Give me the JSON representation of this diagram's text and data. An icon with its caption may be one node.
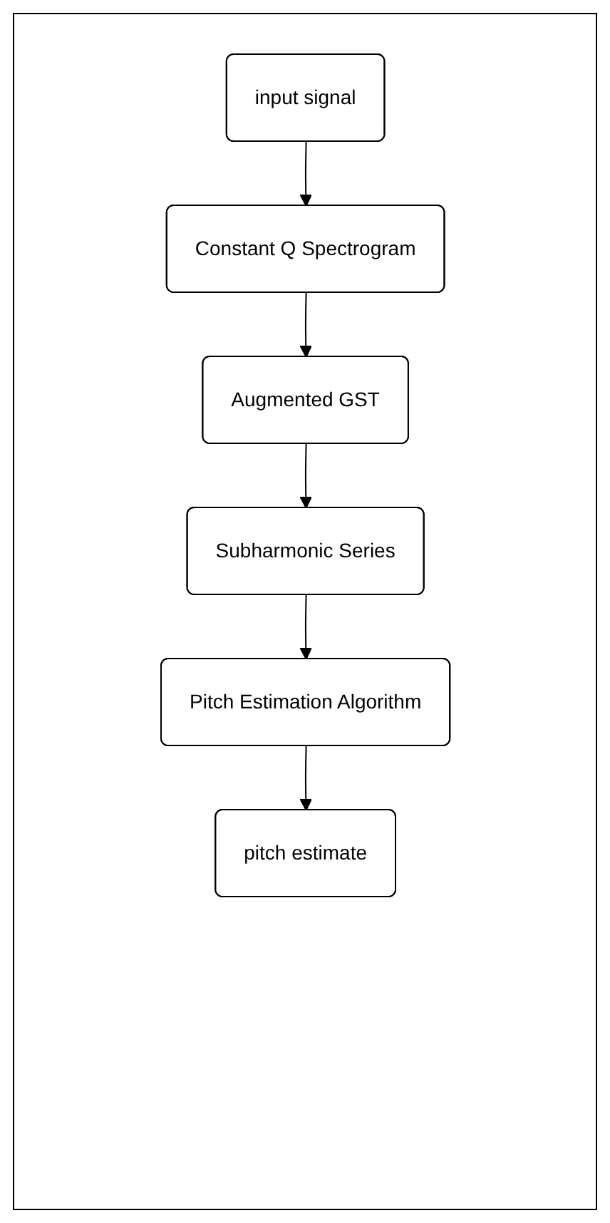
{
  "diagram": {
    "nodes": [
      {
        "text": [
          "input signal"
        ]
      },
      {
        "text": [
          "Constant Q Spectrogram"
        ]
      },
      {
        "text": [
          "Augmented GST"
        ]
      },
      {
        "text": [
          "Subharmonic Series"
        ]
      },
      {
        "text": [
          "Pitch Estimation Algorithm"
        ]
      },
      {
        "text": [
          "pitch estimate"
        ]
      }
    ],
    "edges": [
      {
        "from": 0,
        "to": 1,
        "arrow": "to"
      },
      {
        "from": 1,
        "to": 2,
        "arrow": "to"
      },
      {
        "from": 2,
        "to": 3,
        "arrow": "to"
      },
      {
        "from": 3,
        "to": 4,
        "arrow": "to"
      },
      {
        "from": 4,
        "to": 5,
        "arrow": "to"
      }
    ]
  }
}
